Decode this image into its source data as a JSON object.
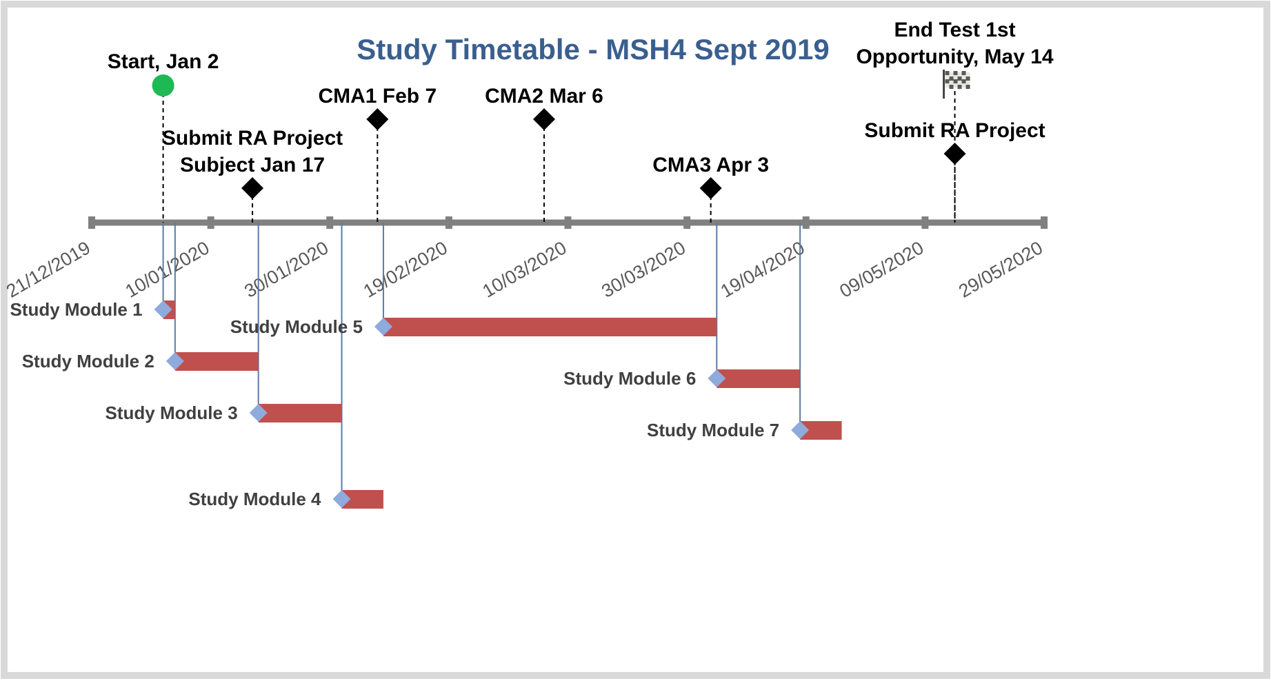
{
  "chart_data": {
    "type": "timeline",
    "title": "Study Timetable - MSH4 Sept 2019",
    "x_axis": {
      "type": "date",
      "range": [
        "2019-12-21",
        "2020-05-29"
      ],
      "ticks": [
        "2019-12-21",
        "2020-01-10",
        "2020-01-30",
        "2020-02-19",
        "2020-03-10",
        "2020-03-30",
        "2020-04-19",
        "2020-05-09",
        "2020-05-29"
      ],
      "tick_labels": [
        "21/12/2019",
        "10/01/2020",
        "30/01/2020",
        "19/02/2020",
        "10/03/2020",
        "30/03/2020",
        "19/04/2020",
        "09/05/2020",
        "29/05/2020"
      ]
    },
    "milestones": [
      {
        "label_lines": [
          "Start, Jan 2"
        ],
        "date": "2020-01-02",
        "marker": "circle"
      },
      {
        "label_lines": [
          "Submit RA Project",
          "Subject Jan 17"
        ],
        "date": "2020-01-17",
        "marker": "diamond"
      },
      {
        "label_lines": [
          "CMA1 Feb 7"
        ],
        "date": "2020-02-07",
        "marker": "diamond"
      },
      {
        "label_lines": [
          "CMA2 Mar 6"
        ],
        "date": "2020-03-06",
        "marker": "diamond"
      },
      {
        "label_lines": [
          "CMA3 Apr 3"
        ],
        "date": "2020-04-03",
        "marker": "diamond"
      },
      {
        "label_lines": [
          "Submit RA Project"
        ],
        "date": "2020-05-14",
        "marker": "diamond"
      },
      {
        "label_lines": [
          "End Test 1st",
          "Opportunity, May 14"
        ],
        "date": "2020-05-14",
        "marker": "flag"
      }
    ],
    "tasks": [
      {
        "name": "Study Module 1",
        "start": "2020-01-02",
        "end": "2020-01-04"
      },
      {
        "name": "Study Module 2",
        "start": "2020-01-04",
        "end": "2020-01-18"
      },
      {
        "name": "Study Module 3",
        "start": "2020-01-18",
        "end": "2020-02-01"
      },
      {
        "name": "Study Module 4",
        "start": "2020-02-01",
        "end": "2020-02-08"
      },
      {
        "name": "Study Module 5",
        "start": "2020-02-08",
        "end": "2020-04-04"
      },
      {
        "name": "Study Module 6",
        "start": "2020-04-04",
        "end": "2020-04-18"
      },
      {
        "name": "Study Module 7",
        "start": "2020-04-18",
        "end": "2020-04-25"
      }
    ],
    "colors": {
      "title": "#3A5F8F",
      "axis": "#808080",
      "bar": "#C0504D",
      "task_marker": "#8FAADC",
      "start_marker": "#1DB954",
      "milestone_marker": "#000000",
      "connector": "#5B7BA6"
    }
  }
}
